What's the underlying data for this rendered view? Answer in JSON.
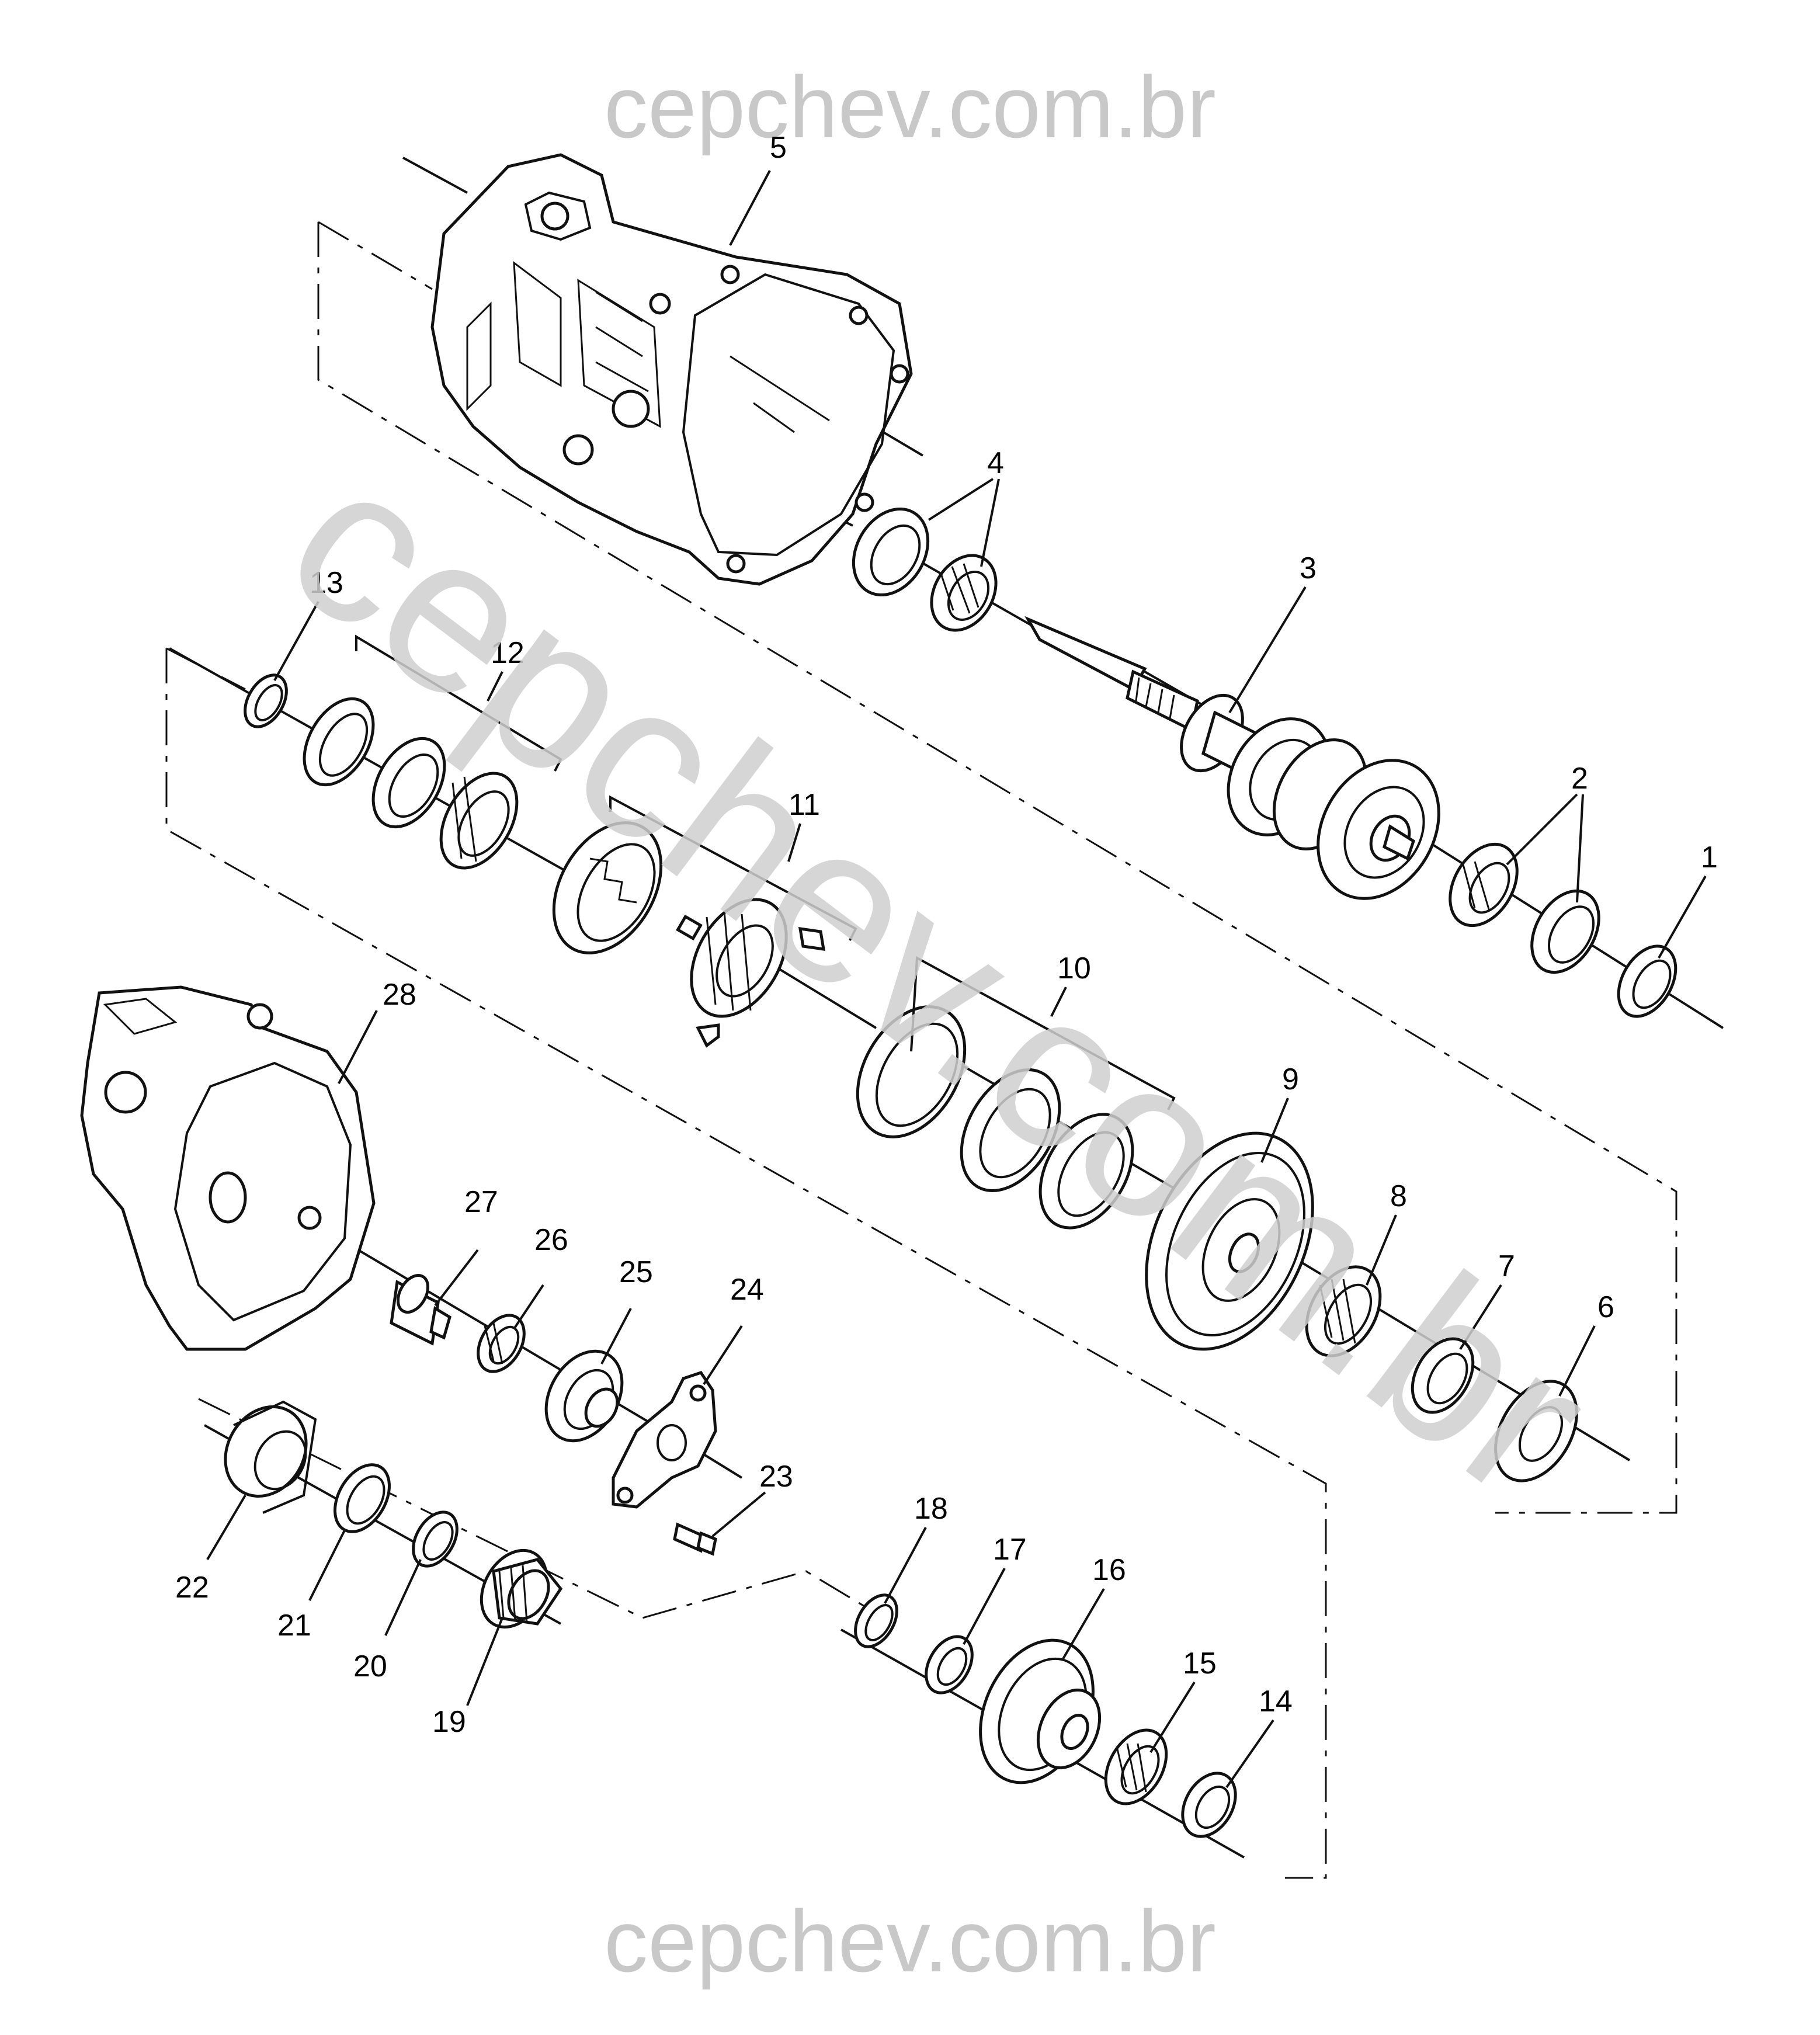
{
  "watermark": {
    "top": "cepchev.com.br",
    "bottom": "cepchev.com.br",
    "diagonal": "cepchev.com.br"
  },
  "callouts": [
    "1",
    "2",
    "3",
    "4",
    "5",
    "6",
    "7",
    "8",
    "9",
    "10",
    "11",
    "12",
    "13",
    "14",
    "15",
    "16",
    "17",
    "18",
    "19",
    "20",
    "21",
    "22",
    "23",
    "24",
    "25",
    "26",
    "27",
    "28"
  ],
  "parts": [
    {
      "n": "1",
      "icon": "snap-ring-icon"
    },
    {
      "n": "2",
      "icon": "tapered-bearing-icon"
    },
    {
      "n": "3",
      "icon": "mainshaft-icon"
    },
    {
      "n": "4",
      "icon": "tapered-bearing-icon"
    },
    {
      "n": "5",
      "icon": "transmission-case-icon"
    },
    {
      "n": "6",
      "icon": "thrust-washer-icon"
    },
    {
      "n": "7",
      "icon": "spacer-icon"
    },
    {
      "n": "8",
      "icon": "needle-bearing-icon"
    },
    {
      "n": "9",
      "icon": "helical-gear-icon"
    },
    {
      "n": "10",
      "icon": "synchronizer-ring-set-icon"
    },
    {
      "n": "11",
      "icon": "synchronizer-assembly-icon"
    },
    {
      "n": "12",
      "icon": "synchronizer-ring-set-icon"
    },
    {
      "n": "13",
      "icon": "snap-ring-icon"
    },
    {
      "n": "14",
      "icon": "washer-icon"
    },
    {
      "n": "15",
      "icon": "needle-bearing-icon"
    },
    {
      "n": "16",
      "icon": "helical-gear-icon"
    },
    {
      "n": "17",
      "icon": "washer-icon"
    },
    {
      "n": "18",
      "icon": "snap-ring-icon"
    },
    {
      "n": "19",
      "icon": "spline-gear-icon"
    },
    {
      "n": "20",
      "icon": "snap-ring-icon"
    },
    {
      "n": "21",
      "icon": "snap-ring-icon"
    },
    {
      "n": "22",
      "icon": "ball-bearing-icon"
    },
    {
      "n": "23",
      "icon": "bolt-icon"
    },
    {
      "n": "24",
      "icon": "bracket-icon"
    },
    {
      "n": "25",
      "icon": "helical-gear-icon"
    },
    {
      "n": "26",
      "icon": "needle-bearing-icon"
    },
    {
      "n": "27",
      "icon": "shaft-icon"
    },
    {
      "n": "28",
      "icon": "extension-housing-icon"
    }
  ]
}
